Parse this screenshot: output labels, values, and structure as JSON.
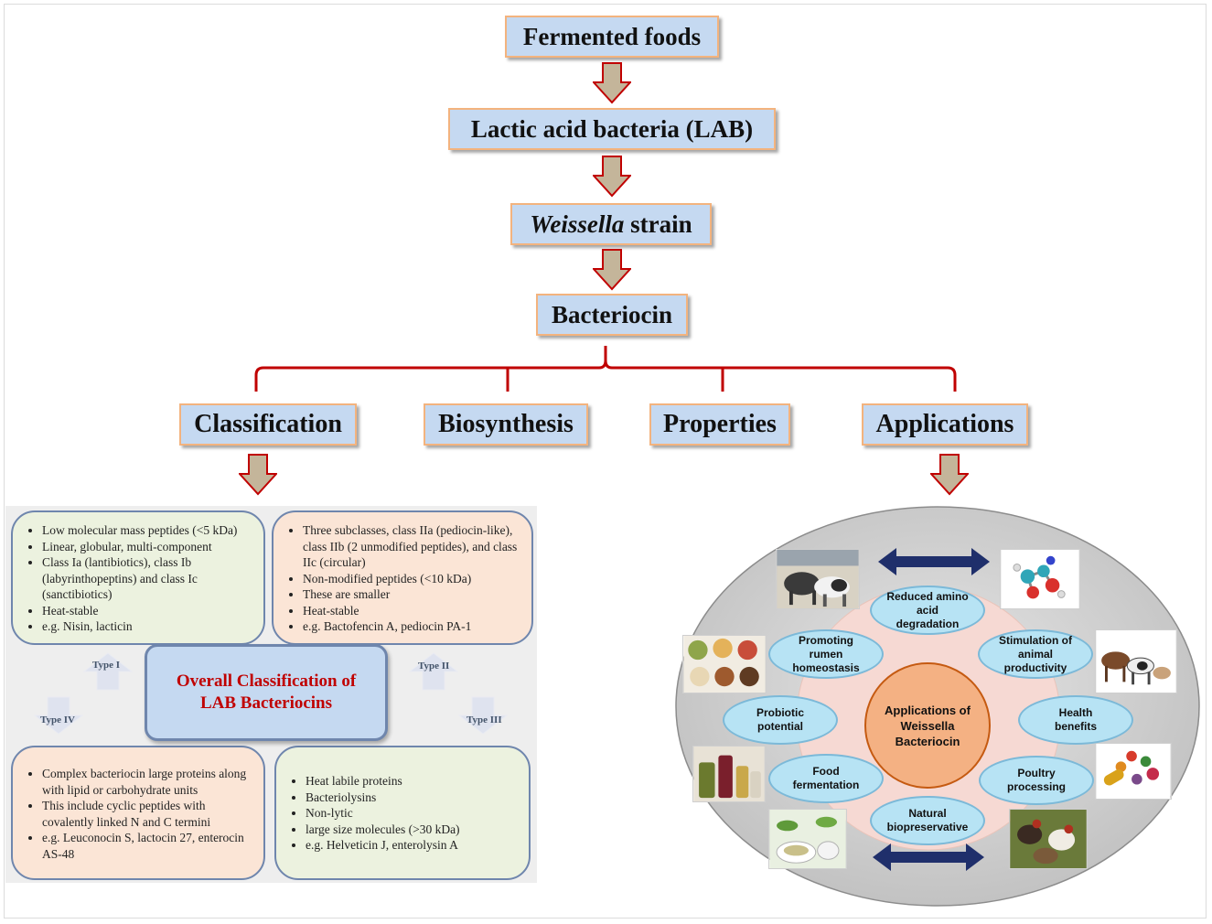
{
  "flow": {
    "fermented_foods": "Fermented foods",
    "lab": "Lactic acid bacteria (LAB)",
    "weissella_italic": "Weissella",
    "weissella_rest": " strain",
    "bacteriocin": "Bacteriocin"
  },
  "categories": {
    "classification": "Classification",
    "biosynthesis": "Biosynthesis",
    "properties": "Properties",
    "applications": "Applications"
  },
  "classification_panel": {
    "center_line1": "Overall Classification of",
    "center_line2": "LAB Bacteriocins",
    "type_labels": {
      "type1": "Type I",
      "type2": "Type II",
      "type3": "Type III",
      "type4": "Type IV"
    },
    "type1_items": [
      "Low molecular mass peptides (<5 kDa)",
      "Linear, globular, multi-component",
      "Class Ia (lantibiotics), class Ib (labyrinthopeptins) and class Ic (sanctibiotics)",
      "Heat-stable",
      "e.g. Nisin, lacticin"
    ],
    "type2_items": [
      "Three subclasses, class IIa (pediocin-like), class IIb (2 unmodified peptides), and class IIc (circular)",
      "Non-modified peptides (<10 kDa)",
      "These are smaller",
      "Heat-stable",
      "e.g. Bactofencin A, pediocin PA-1"
    ],
    "type4_items": [
      "Complex bacteriocin large proteins along with lipid or carbohydrate units",
      "This include cyclic peptides with covalently linked N and C termini",
      "e.g. Leuconocin S, lactocin 27, enterocin AS-48"
    ],
    "type3_items": [
      "Heat labile proteins",
      "Bacteriolysins",
      "Non-lytic",
      "large size molecules (>30 kDa)",
      "e.g. Helveticin J, enterolysin A"
    ]
  },
  "applications_panel": {
    "hub": "Applications of Weissella Bacteriocin",
    "nodes": {
      "reduced": "Reduced amino acid degradation",
      "stimulation": "Stimulation of animal productivity",
      "health": "Health benefits",
      "poultry": "Poultry processing",
      "natural": "Natural biopreservative",
      "food": "Food fermentation",
      "probiotic": "Probiotic potential",
      "rumen": "Promoting rumen homeostasis"
    }
  },
  "colors": {
    "box_fill": "#c5d9f1",
    "box_border": "#f3b37e",
    "arrow_fill": "#c4b59a",
    "arrow_border": "#c00000",
    "bracket": "#c00000",
    "center_text": "#c00000",
    "hub_fill": "#f4b183",
    "node_fill": "#b7e3f4",
    "double_arrow": "#1f2f6b"
  },
  "icons": [
    "down-arrow-icon",
    "double-headed-arrow-icon",
    "photo-icon"
  ]
}
